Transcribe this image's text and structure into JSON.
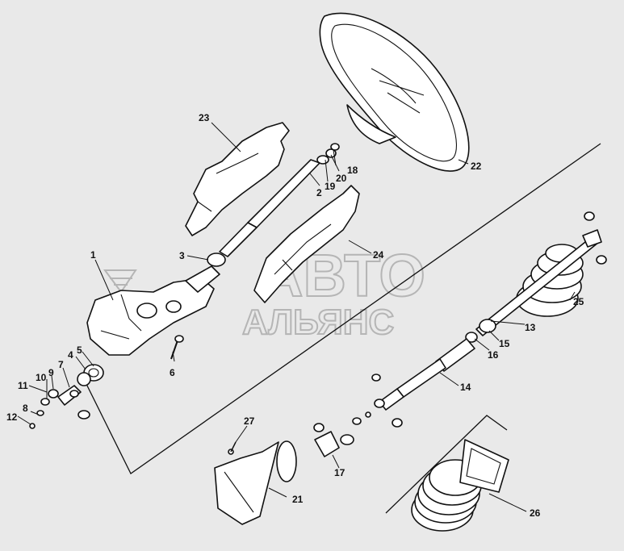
{
  "watermark": {
    "line1": "АВТО",
    "line2": "АЛЬЯНС"
  },
  "callouts": [
    {
      "id": "p1",
      "label": "1"
    },
    {
      "id": "p2",
      "label": "2"
    },
    {
      "id": "p3",
      "label": "3"
    },
    {
      "id": "p4",
      "label": "4"
    },
    {
      "id": "p5",
      "label": "5"
    },
    {
      "id": "p6",
      "label": "6"
    },
    {
      "id": "p7",
      "label": "7"
    },
    {
      "id": "p8",
      "label": "8"
    },
    {
      "id": "p9",
      "label": "9"
    },
    {
      "id": "p10",
      "label": "10"
    },
    {
      "id": "p11",
      "label": "11"
    },
    {
      "id": "p12",
      "label": "12"
    },
    {
      "id": "p13",
      "label": "13"
    },
    {
      "id": "p14",
      "label": "14"
    },
    {
      "id": "p15",
      "label": "15"
    },
    {
      "id": "p16",
      "label": "16"
    },
    {
      "id": "p17",
      "label": "17"
    },
    {
      "id": "p18",
      "label": "18"
    },
    {
      "id": "p19",
      "label": "19"
    },
    {
      "id": "p20",
      "label": "20"
    },
    {
      "id": "p21",
      "label": "21"
    },
    {
      "id": "p22",
      "label": "22"
    },
    {
      "id": "p23",
      "label": "23"
    },
    {
      "id": "p24",
      "label": "24"
    },
    {
      "id": "p25",
      "label": "25"
    },
    {
      "id": "p26",
      "label": "26"
    },
    {
      "id": "p27",
      "label": "27"
    }
  ]
}
